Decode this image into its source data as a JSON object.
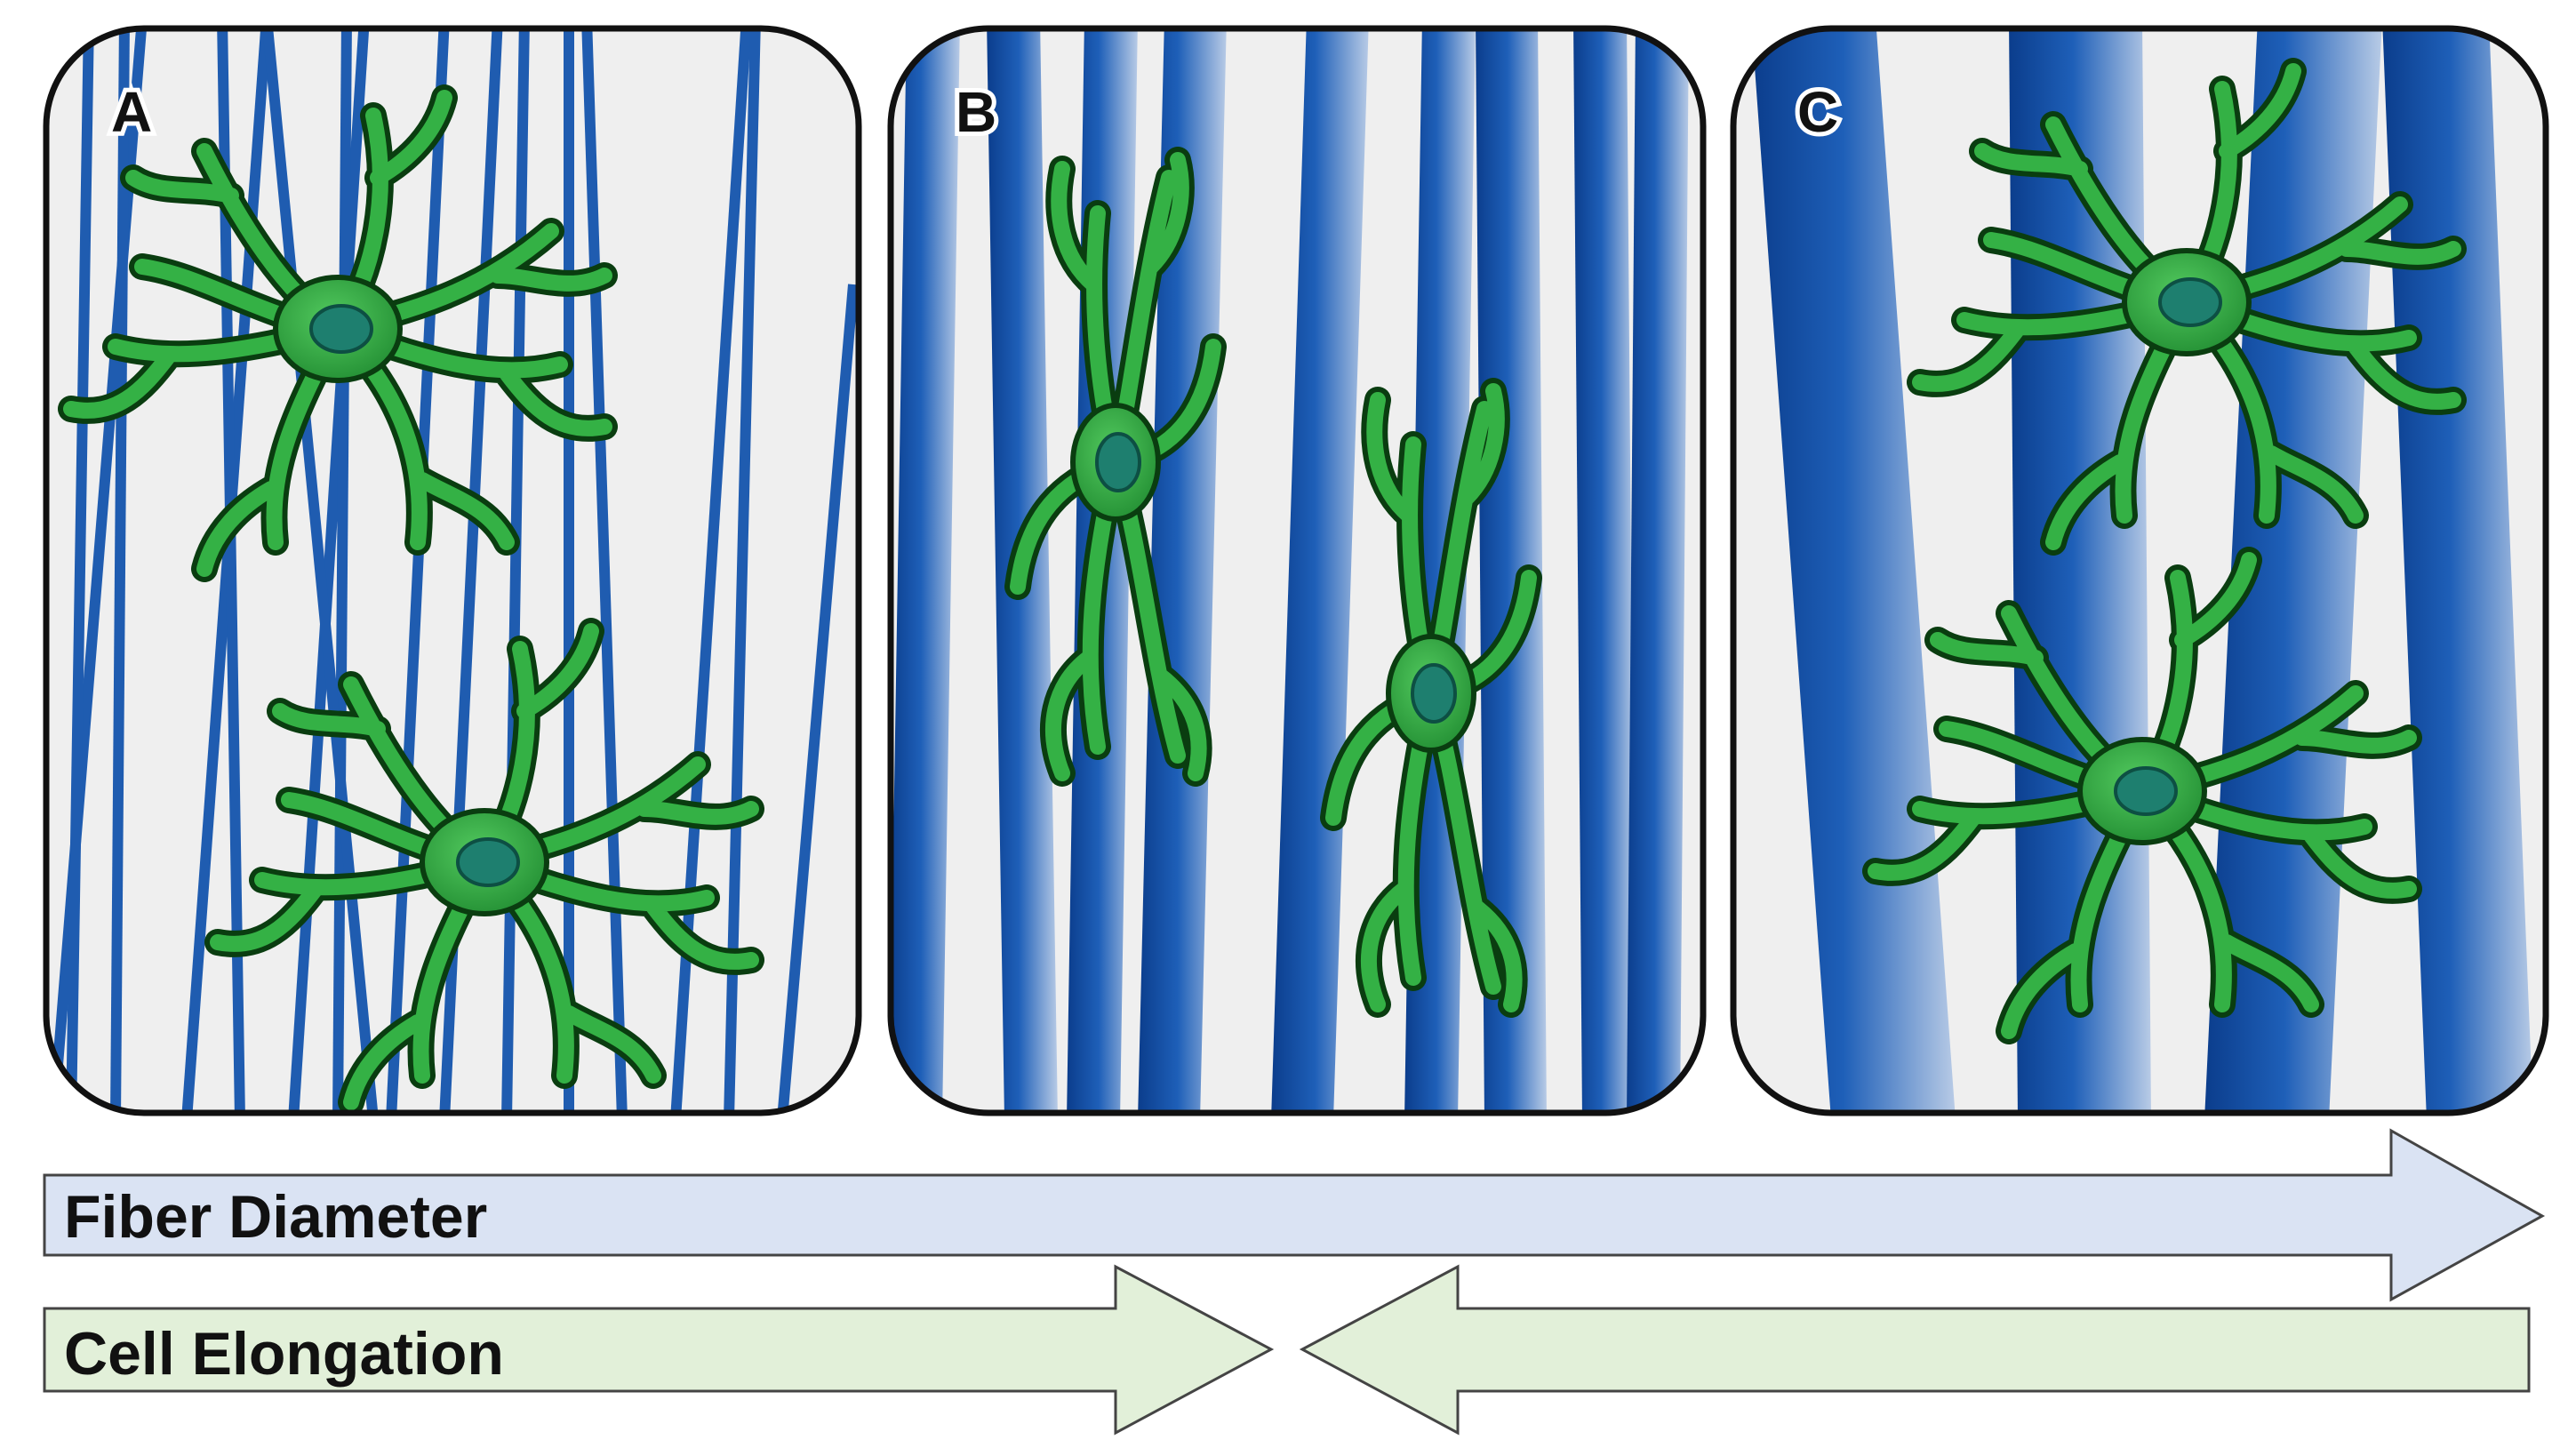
{
  "panels": [
    {
      "label": "A",
      "fiber_size": "thin"
    },
    {
      "label": "B",
      "fiber_size": "medium"
    },
    {
      "label": "C",
      "fiber_size": "thick"
    }
  ],
  "arrows": {
    "fiber_diameter": {
      "label": "Fiber Diameter",
      "direction": "right",
      "fill": "#dae3f3"
    },
    "cell_elongation": {
      "label": "Cell Elongation",
      "direction": "converging",
      "fill": "#e2f0d9"
    }
  },
  "colors": {
    "background": "#efefef",
    "fiber": "#1f4e9c",
    "cell": "#2e9e3e",
    "cell_outline": "#0a3d10",
    "nucleus": "#1e7f6f",
    "border": "#111111"
  },
  "icons": [
    "astrocyte-cell-icon"
  ]
}
